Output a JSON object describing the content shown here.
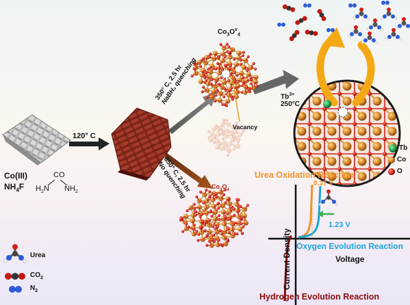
{
  "precursor": {
    "line1": "Co(III)",
    "line2_main": "NH",
    "line2_sub": "4",
    "line2_end": "F",
    "urea_co": "CO",
    "urea_left_main": "H",
    "urea_left_sub": "2",
    "urea_left_end": "N",
    "urea_right_main": "NH",
    "urea_right_sub": "2"
  },
  "step1": {
    "temp": "120° C"
  },
  "upper_path": {
    "label_line1": "350° C, 2.5 hr",
    "label_line2": "NaBH₄ quenching",
    "product_main": "Co",
    "product_sub1": "3",
    "product_mid": "O",
    "product_sup": "v",
    "product_sub2": "4",
    "vacancy": "Vacancy"
  },
  "lower_path": {
    "label_line1": "350° C, 2.5 hr",
    "label_line2": "No quenching",
    "product_main": "Co",
    "product_sub1": "3",
    "product_mid": "O",
    "product_sub2": "4"
  },
  "doping": {
    "ion": "Tb",
    "charge": "3+",
    "temp": "250°C"
  },
  "atom_legend": [
    {
      "label": "Tb",
      "color": "#1e9a4a"
    },
    {
      "label": "Co",
      "color": "#e8952e"
    },
    {
      "label": "O",
      "color": "#d7261e"
    }
  ],
  "molecule_legend": [
    {
      "label": "Urea",
      "icon": "urea-molecule-icon"
    },
    {
      "label": "CO",
      "sub": "2",
      "icon": "co2-molecule-icon"
    },
    {
      "label": "N",
      "sub": "2",
      "icon": "n2-molecule-icon"
    }
  ],
  "graph": {
    "y_label": "Current Density",
    "x_label": "Voltage",
    "uor_title": "Urea Oxidation Reaction",
    "uor_potential": "0.37 V",
    "oer_potential": "1.23 V",
    "oer_title": "Oxygen Evolution Reaction",
    "her_title": "Hydrogen Evolution Reaction",
    "colors": {
      "uor": "#f0922c",
      "oer": "#1aa3d8",
      "her": "#8a0b0b"
    }
  }
}
